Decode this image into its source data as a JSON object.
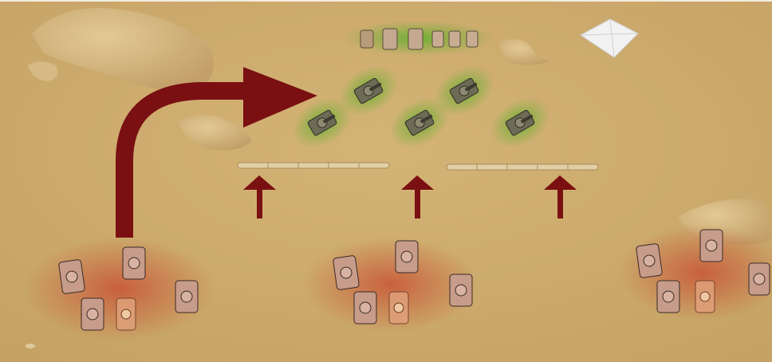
{
  "scene": {
    "type": "top-down tactical battle map",
    "terrain": "desert sand",
    "colors": {
      "sand": "#cfae6e",
      "sand_dark": "#bf9c5c",
      "rock": "#d8bb83",
      "arrow": "#7a1012",
      "friendly_glow": "#5fae2a",
      "enemy_glow": "#c8482e",
      "tent": "#f2f2f2"
    }
  },
  "icons": {
    "tank": "tank-icon",
    "truck": "supply-truck-icon",
    "tent": "tent-icon",
    "sandbag": "sandbag-wall-icon",
    "arrow": "arrow-icon",
    "flank_arrow": "curved-arrow-icon",
    "rock": "rock-icon"
  },
  "units": {
    "defending_tanks": 5,
    "defending_supply_trucks": 6,
    "attacking_groups": 3,
    "attacking_tanks_per_group": 5
  },
  "movement": {
    "frontal_arrows": 3,
    "flanking_arrows": 1
  }
}
